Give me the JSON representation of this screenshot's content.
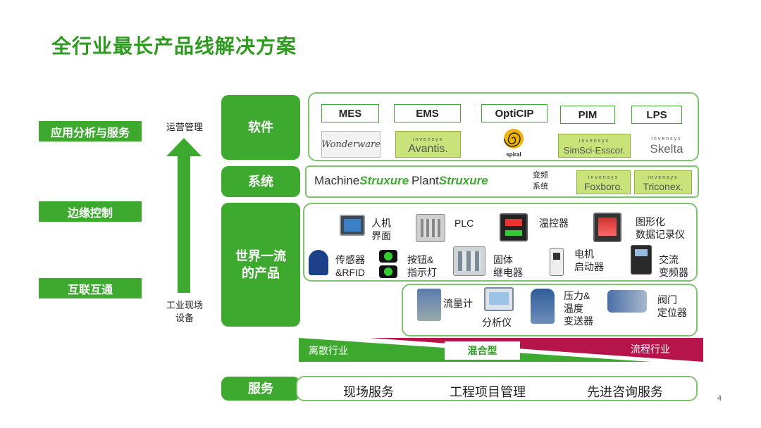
{
  "title": "全行业最长产品线解决方案",
  "left": {
    "pillars": [
      "应用分析与服务",
      "边缘控制",
      "互联互通"
    ],
    "arrow_top": "运营管理",
    "arrow_bottom": "工业现场\n设备"
  },
  "categories": {
    "software": "软件",
    "system": "系统",
    "products": "世界一流\n的产品",
    "service": "服务"
  },
  "software": {
    "modules": [
      "MES",
      "EMS",
      "OptiCIP",
      "PIM",
      "LPS"
    ],
    "brands": [
      "Wonderware",
      "Avantis.",
      "spiral",
      "SimSci-Esscor.",
      "Skelta"
    ],
    "brand_prefix": "invensys"
  },
  "system": {
    "machine": [
      "Machine",
      "Struxure"
    ],
    "plant": [
      "Plant",
      "Struxure"
    ],
    "vfd_label": "变频\n系统",
    "brands": [
      "Foxboro.",
      "Triconex."
    ]
  },
  "products": {
    "row1": [
      "人机\n界面",
      "PLC",
      "温控器",
      "图形化\n数据记录仪"
    ],
    "row2": [
      "传感器\n&RFID",
      "按钮&\n指示灯",
      "固体\n继电器",
      "电机\n启动器",
      "交流\n变频器"
    ],
    "process": [
      "流量计",
      "分析仪",
      "压力&\n温度\n变送器",
      "阀门\n定位器"
    ]
  },
  "industry_bar": {
    "left": "离散行业",
    "middle": "混合型",
    "right": "流程行业"
  },
  "services": [
    "现场服务",
    "工程项目管理",
    "先进咨询服务"
  ],
  "page_number": "4",
  "colors": {
    "green": "#3daa2f",
    "title_green": "#2e9a1f",
    "crimson": "#b5154a"
  }
}
